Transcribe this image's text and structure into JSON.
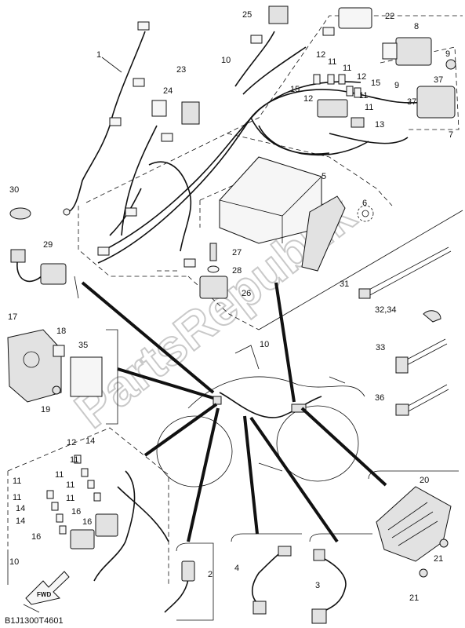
{
  "watermark": "PartsRepublik",
  "diagram_code": "B1J1300T4601",
  "fwd_label": "FWD",
  "callouts": {
    "c1": "1",
    "c2": "2",
    "c3": "3",
    "c4": "4",
    "c5": "5",
    "c6": "6",
    "c7": "7",
    "c8": "8",
    "c9a": "9",
    "c9b": "9",
    "c10a": "10",
    "c10b": "10",
    "c10c": "10",
    "c11a": "11",
    "c11b": "11",
    "c11c": "11",
    "c11d": "11",
    "c11e": "11",
    "c11f": "11",
    "c11g": "11",
    "c11h": "11",
    "c11i": "11",
    "c11j": "11",
    "c12a": "12",
    "c12b": "12",
    "c12c": "12",
    "c12d": "12",
    "c13": "13",
    "c14a": "14",
    "c14b": "14",
    "c14c": "14",
    "c15a": "15",
    "c15b": "15",
    "c16a": "16",
    "c16b": "16",
    "c16c": "16",
    "c17": "17",
    "c18": "18",
    "c19": "19",
    "c20": "20",
    "c21a": "21",
    "c21b": "21",
    "c22": "22",
    "c23": "23",
    "c24": "24",
    "c25": "25",
    "c26": "26",
    "c27": "27",
    "c28": "28",
    "c29": "29",
    "c30": "30",
    "c31": "31",
    "c3234": "32,34",
    "c33": "33",
    "c35": "35",
    "c36": "36",
    "c37a": "37",
    "c37b": "37"
  }
}
